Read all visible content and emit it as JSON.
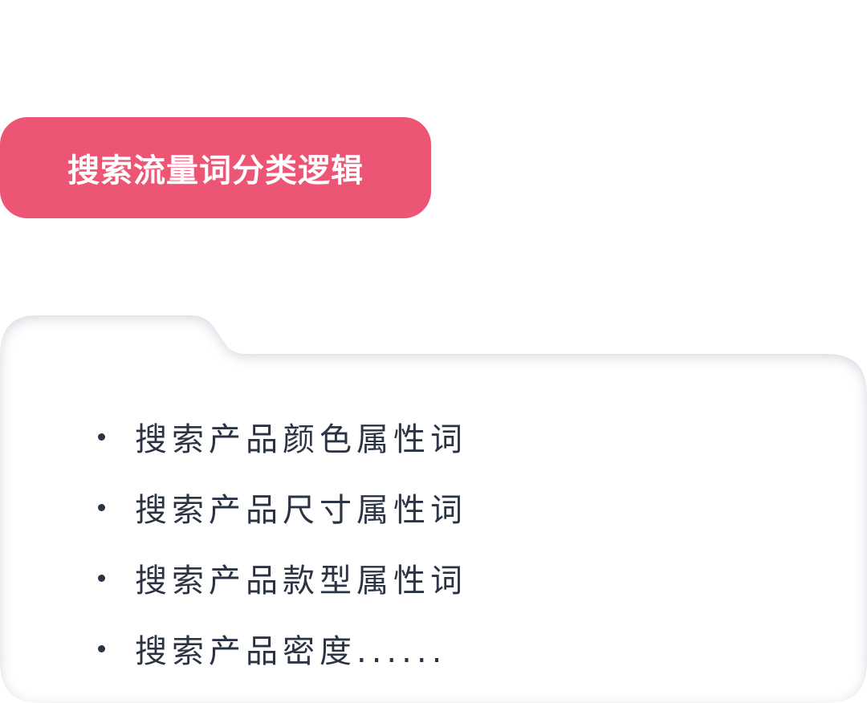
{
  "title": {
    "label": "搜索流量词分类逻辑",
    "background_color": "#ec5574",
    "text_color": "#ffffff"
  },
  "card": {
    "items": [
      {
        "label": "搜索产品颜色属性词"
      },
      {
        "label": "搜索产品尺寸属性词"
      },
      {
        "label": "搜索产品款型属性词"
      },
      {
        "label": "搜索产品密度......"
      }
    ],
    "text_color": "#2a3444"
  }
}
